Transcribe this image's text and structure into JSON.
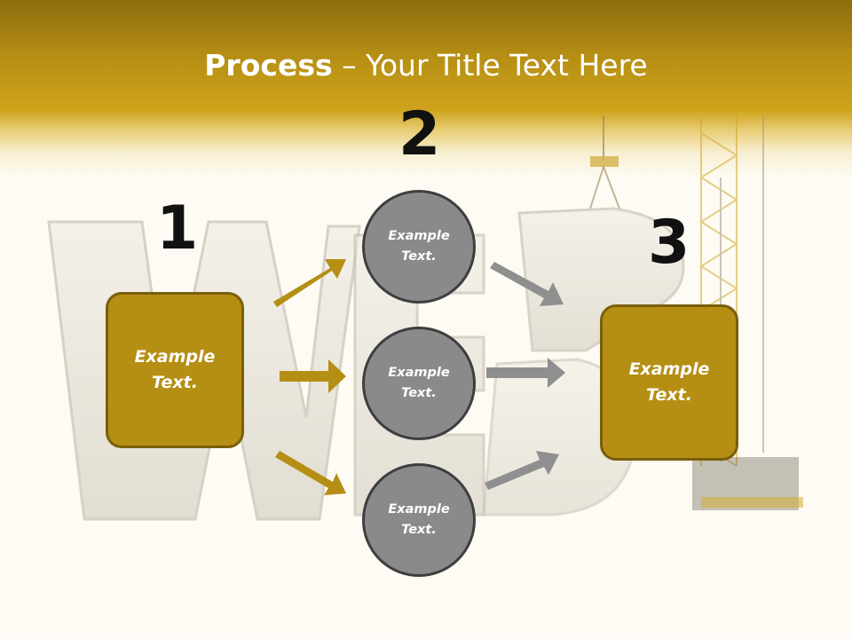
{
  "title": {
    "bold": "Process",
    "rest": " – Your Title Text Here"
  },
  "steps": {
    "one": "1",
    "two": "2",
    "three": "3"
  },
  "left_box": {
    "line1": "Example",
    "line2": "Text."
  },
  "right_box": {
    "line1": "Example",
    "line2": "Text."
  },
  "circles": [
    {
      "line1": "Example",
      "line2": "Text."
    },
    {
      "line1": "Example",
      "line2": "Text."
    },
    {
      "line1": "Example",
      "line2": "Text."
    }
  ],
  "colors": {
    "gold": "#b58e14",
    "gold_dark": "#7a5f0b",
    "circle": "#8a8a8a",
    "arrow_gray": "#8f8f8f",
    "arrow_gold": "#b58e14"
  }
}
